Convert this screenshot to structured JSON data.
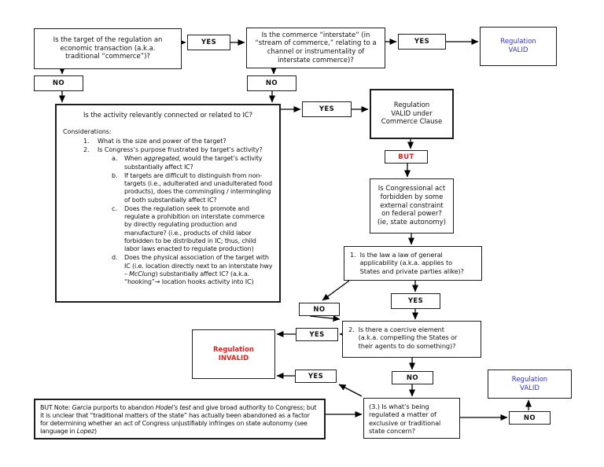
{
  "labels": {
    "yes": "YES",
    "no": "NO",
    "but": "BUT"
  },
  "colors": {
    "valid_blue": "#3333cc",
    "invalid_red": "#e32020",
    "line": "#000000"
  },
  "nodes": {
    "q_economic": {
      "lines": [
        "Is the target of the regulation an",
        "economic transaction (a.k.a.",
        "traditional “commerce”)?"
      ]
    },
    "q_interstate": {
      "lines": [
        "Is the commerce “interstate” (in",
        "“stream of commerce,” relating to a",
        "channel or instrumentality of",
        "interstate commerce)?"
      ]
    },
    "valid_top": {
      "lines": [
        "Regulation",
        "VALID"
      ]
    },
    "activity": {
      "title": "Is the activity relevantly connected or related to IC?",
      "heading": "Considerations:",
      "item1_num": "1.",
      "item1": "What is the size and power of the target?",
      "item2_num": "2.",
      "item2": "Is Congress’s purpose frustrated by target’s activity?",
      "sub_a_num": "a.",
      "sub_a": [
        {
          "t": "When "
        },
        {
          "t": "aggregated",
          "i": 1
        },
        {
          "t": ", would the target’s activity substantially affect IC?"
        }
      ],
      "sub_b_num": "b.",
      "sub_b": [
        {
          "t": "If targets are difficult to distinguish from non-targets (i.e., adulterated and unadulterated food products), does the commingling / intermingling of both substantially affect IC?"
        }
      ],
      "sub_c_num": "c.",
      "sub_c": [
        {
          "t": "Does the regulation seek to promote and regulate a prohibition on interstate commerce by directly regulating production and manufacture? (i.e., products of child labor forbidden to be distributed in IC; thus, child labor laws enacted to regulate production)"
        }
      ],
      "sub_d_num": "d.",
      "sub_d": [
        {
          "t": "Does the physical association of the target with IC (i.e. location directly next to an interstate hwy – "
        },
        {
          "t": "McClung",
          "i": 1
        },
        {
          "t": ") substantially affect IC? (a.k.a. “hooking”→ location hooks activity into IC)"
        }
      ]
    },
    "valid_cc": {
      "lines": [
        "Regulation",
        "VALID under",
        "Commerce Clause"
      ]
    },
    "congressional": {
      "lines": [
        "Is Congressional act",
        "forbidden by some",
        "external constraint",
        "on federal power?",
        "(ie, state autonomy)"
      ]
    },
    "general_applicability": {
      "num": "1.",
      "lines": [
        "Is the law a law of general",
        "applicability (a.k.a. applies to",
        "States and private parties alike)?"
      ]
    },
    "coercive": {
      "num": "2.",
      "lines": [
        "Is there a coercive element",
        "(a.k.a. compelling the States or",
        "their agents to do something)?"
      ]
    },
    "invalid": {
      "lines": [
        "Regulation",
        "INVALID"
      ]
    },
    "state_concern": {
      "lines": [
        "(3.)  Is what’s being",
        "regulated a matter of",
        "exclusive or traditional",
        "state concern?"
      ]
    },
    "garcia_note": [
      {
        "t": "BUT Note: "
      },
      {
        "t": "Garcia",
        "i": 1
      },
      {
        "t": " purports to abandon "
      },
      {
        "t": "Hodel’s test",
        "i": 1
      },
      {
        "t": " and give broad authority to Congress; but it is unclear that “traditional matters of the state” has actually been abandoned as a factor for determining whether an act of Congress unjustifiably infringes on state autonomy (see language in "
      },
      {
        "t": "Lopez",
        "i": 1
      },
      {
        "t": ")"
      }
    ],
    "valid_bottom": {
      "lines": [
        "Regulation",
        "VALID"
      ]
    }
  }
}
